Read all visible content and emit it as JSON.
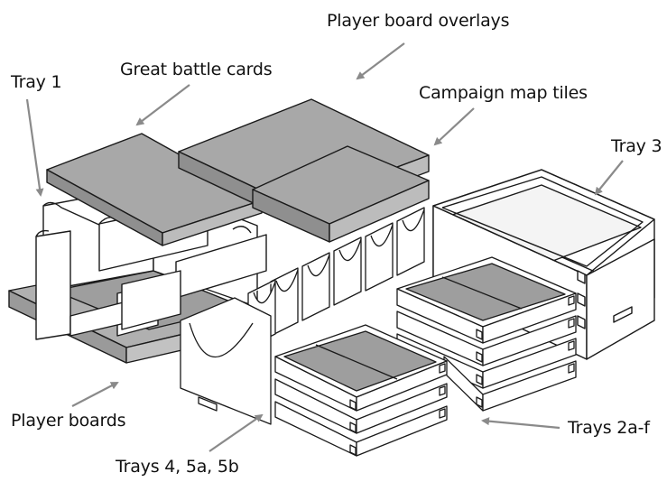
{
  "labels": {
    "player_board_overlays": "Player board overlays",
    "great_battle_cards": "Great battle cards",
    "tray_1": "Tray 1",
    "campaign_map_tiles": "Campaign map tiles",
    "tray_3": "Tray 3",
    "player_boards": "Player boards",
    "trays_2af": "Trays 2a-f",
    "trays_4_5a_5b": "Trays 4, 5a, 5b"
  },
  "colors": {
    "outline": "#1a1a1a",
    "card_fill": "#a8a8a8",
    "card_side": "#8f8f8f",
    "board_fill": "#b0b0b0",
    "floor_fill": "#9e9e9e",
    "wall_fill": "#ffffff",
    "arrow": "#8a8a8a"
  }
}
